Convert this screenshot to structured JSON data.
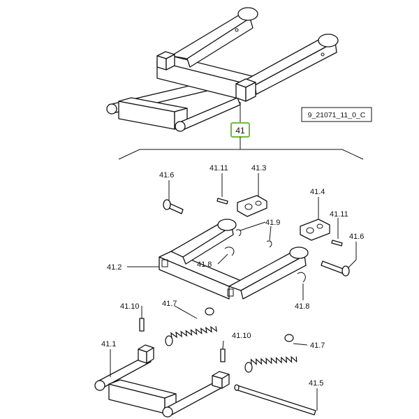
{
  "drawing_ref": "9_21071_11_0_C",
  "highlight_color": "#6cbb3c",
  "assembly": {
    "label": "41"
  },
  "callouts": {
    "c41_6a": "41.6",
    "c41_11a": "41.11",
    "c41_3": "41.3",
    "c41_4": "41.4",
    "c41_9": "41.9",
    "c41_11b": "41.11",
    "c41_6b": "41.6",
    "c41_8a": "41.8",
    "c41_2": "41.2",
    "c41_8b": "41.8",
    "c41_10a": "41.10",
    "c41_7a": "41.7",
    "c41_1": "41.1",
    "c41_10b": "41.10",
    "c41_7b": "41.7",
    "c41_5": "41.5"
  }
}
